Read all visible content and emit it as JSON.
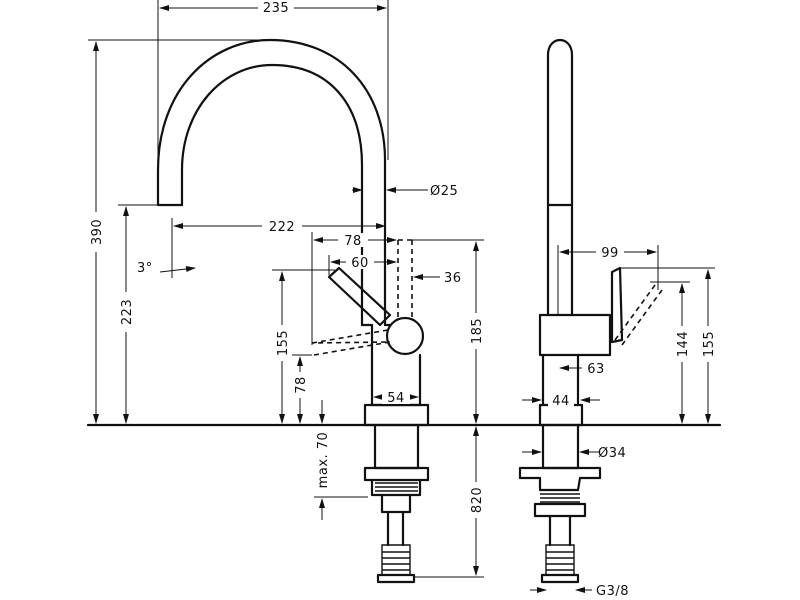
{
  "dimensions": {
    "overall_reach": "235",
    "spout_offset": "222",
    "lever_reach": "78",
    "lever_reach_inner": "60",
    "body_offset": "36",
    "spout_diameter": "Ø25",
    "total_height": "390",
    "outlet_height": "223",
    "lever_height": "155",
    "lever_low_height": "78",
    "body_height": "185",
    "body_width": "54",
    "tilt_angle": "3°",
    "max_deck_thickness": "max. 70",
    "hose_length": "820",
    "side_reach": "99",
    "side_lever_144": "144",
    "side_lever_155": "155",
    "side_body_63": "63",
    "base_diameter": "44",
    "shank_diameter": "Ø34",
    "connection_thread": "G3/8"
  },
  "colors": {
    "line": "#111111",
    "background": "#ffffff"
  }
}
